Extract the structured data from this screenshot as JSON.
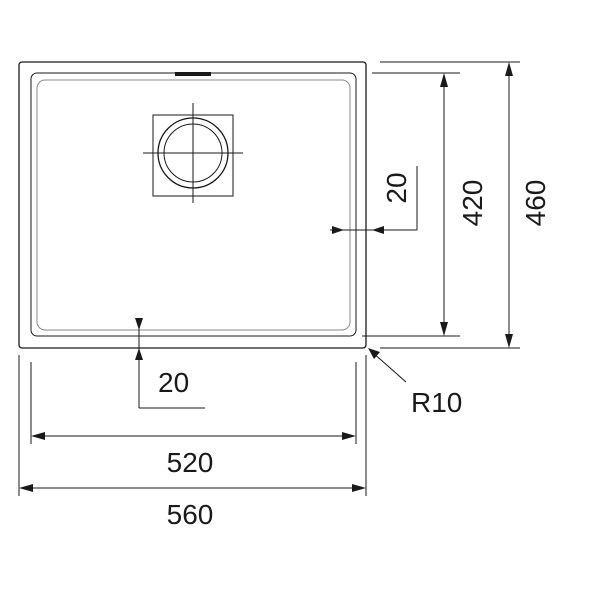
{
  "drawing": {
    "type": "sink technical drawing",
    "dimensions": {
      "bowl_width": "520",
      "overall_width": "560",
      "bowl_depth": "420",
      "overall_depth": "460",
      "side_margin": "20",
      "bottom_margin": "20",
      "corner_radius": "R10"
    }
  }
}
